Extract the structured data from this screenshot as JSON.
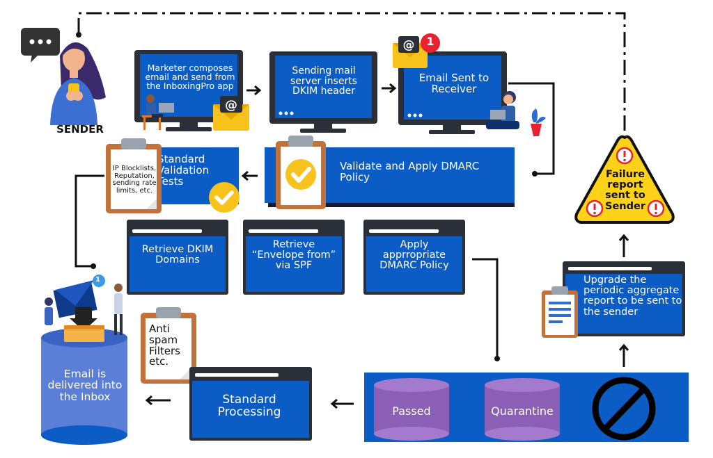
{
  "sender": {
    "label": "SENDER"
  },
  "steps": {
    "compose": "Marketer composes email and send from the InboxingPro app",
    "dkim_insert": "Sending mail server inserts DKIM header",
    "email_sent": "Email Sent to Receiver",
    "validate": "Validate and  Apply DMARC Policy",
    "standard_tests": "Standard Validation Tests",
    "tests_clipboard": "IP Blocklists, Reputation, sending rate limits, etc.",
    "retrieve_dkim": "Retrieve DKIM Domains",
    "retrieve_envelope": "Retrieve “Envelope from” via SPF",
    "apply_dmarc": "Apply apprropriate DMARC Policy",
    "antispam": "Anti spam Filters etc.",
    "standard_processing": "Standard Processing",
    "delivered": "Email is delivered into the Inbox",
    "aggregate": "Upgrade the periodic aggregate report to be sent to the sender",
    "failure": "Failure report sent to Sender"
  },
  "outcomes": {
    "passed": "Passed",
    "quarantine": "Quarantine"
  },
  "badges": {
    "notification_count": "1",
    "inbox_count": "1"
  },
  "colors": {
    "panel_blue": "#0b5cc4",
    "dark_blue": "#0d3a8a",
    "monitor": "#2b2f38",
    "clipboard": "#c2713a",
    "check_yellow": "#f7c21b",
    "warning": "#ffd21a",
    "red": "#e8232f"
  }
}
